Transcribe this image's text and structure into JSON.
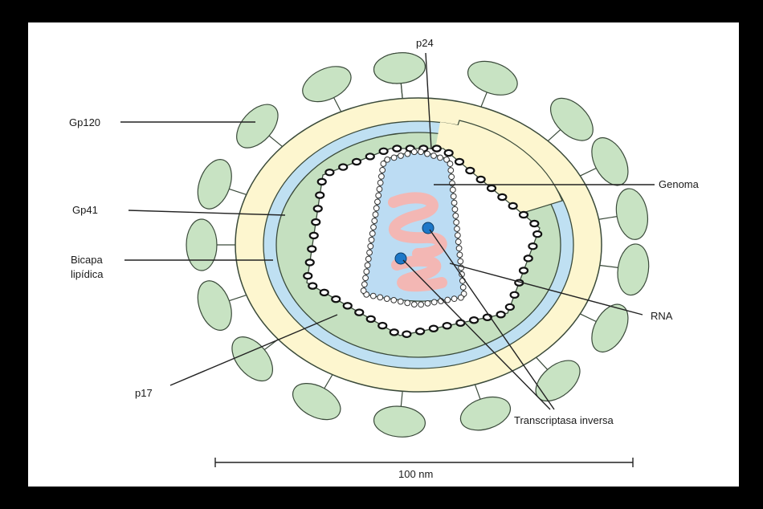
{
  "labels": {
    "p24": "p24",
    "gp120": "Gp120",
    "genoma": "Genoma",
    "gp41": "Gp41",
    "bicapa_line1": "Bicapa",
    "bicapa_line2": "lipídica",
    "rna": "RNA",
    "p17": "p17",
    "transcriptasa": "Transcriptasa inversa"
  },
  "scale_bar": {
    "label": "100 nm"
  },
  "colors": {
    "spike_green": "#c8e3c3",
    "spike_outline": "#3a4a3a",
    "lipid_yellow": "#fdf6cf",
    "membrane_blue": "#bfe0f2",
    "matrix_green": "#c5e0c0",
    "capsid_blue": "#bcdcf3",
    "rna_pink": "#f3b7b4",
    "enzyme_blue": "#1d78c8",
    "background": "#000000"
  }
}
